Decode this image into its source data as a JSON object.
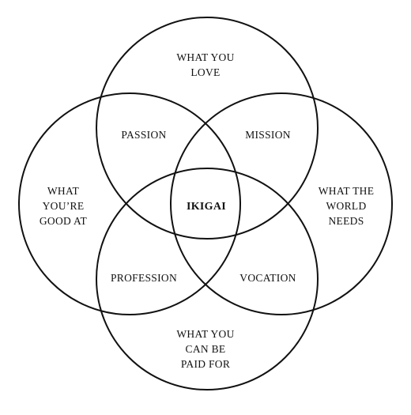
{
  "diagram": {
    "stroke_color": "#111111",
    "background": "#ffffff",
    "circles": [
      {
        "id": "love",
        "lines": [
          "WHAT YOU",
          "LOVE"
        ]
      },
      {
        "id": "good",
        "lines": [
          "WHAT",
          "YOU’RE",
          "GOOD AT"
        ]
      },
      {
        "id": "needs",
        "lines": [
          "WHAT THE",
          "WORLD",
          "NEEDS"
        ]
      },
      {
        "id": "paid",
        "lines": [
          "WHAT YOU",
          "CAN BE",
          "PAID FOR"
        ]
      }
    ],
    "overlaps": {
      "passion": "PASSION",
      "mission": "MISSION",
      "profession": "PROFESSION",
      "vocation": "VOCATION"
    },
    "center": "IKIGAI"
  }
}
